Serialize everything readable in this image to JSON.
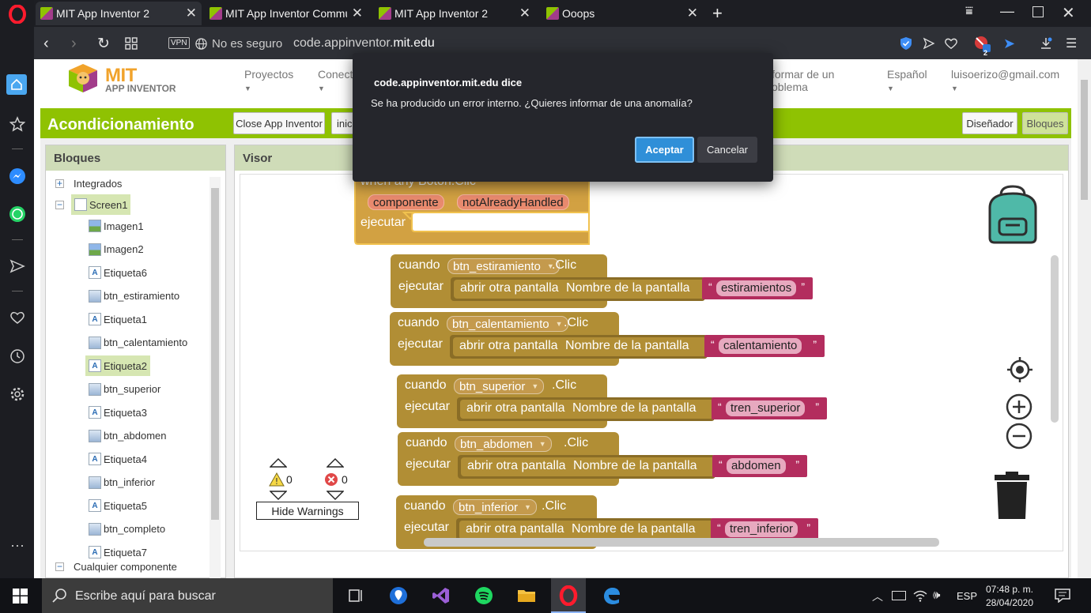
{
  "browser": {
    "tabs": [
      {
        "title": "MIT App Inventor 2",
        "active": true
      },
      {
        "title": "MIT App Inventor Commun",
        "active": false
      },
      {
        "title": "MIT App Inventor 2",
        "active": false
      },
      {
        "title": "Ooops",
        "active": false
      }
    ],
    "vpn_label": "VPN",
    "security_text": "No es seguro",
    "url_prefix": "code.appinventor.",
    "url_domain": "mit.edu",
    "extension_badge": "2"
  },
  "app": {
    "logo_mit": "MIT",
    "logo_sub": "APP INVENTOR",
    "menu": {
      "proyectos": "Proyectos",
      "conecta": "Conecta",
      "informar_1": "formar de un",
      "informar_2": "oblema",
      "idioma": "Español",
      "usuario": "luisoerizo@gmail.com"
    },
    "screen_title": "Acondicionamiento",
    "close_button": "Close App Inventor",
    "inicio_button": "inic",
    "designer_button": "Diseñador",
    "blocks_button": "Bloques"
  },
  "bloques_panel": {
    "title": "Bloques",
    "integrados": "Integrados",
    "screen": "Screen1",
    "components": [
      {
        "name": "Imagen1",
        "type": "img"
      },
      {
        "name": "Imagen2",
        "type": "img"
      },
      {
        "name": "Etiqueta6",
        "type": "lbl"
      },
      {
        "name": "btn_estiramiento",
        "type": "btn"
      },
      {
        "name": "Etiqueta1",
        "type": "lbl"
      },
      {
        "name": "btn_calentamiento",
        "type": "btn"
      },
      {
        "name": "Etiqueta2",
        "type": "lbl"
      },
      {
        "name": "btn_superior",
        "type": "btn"
      },
      {
        "name": "Etiqueta3",
        "type": "lbl"
      },
      {
        "name": "btn_abdomen",
        "type": "btn"
      },
      {
        "name": "Etiqueta4",
        "type": "lbl"
      },
      {
        "name": "btn_inferior",
        "type": "btn"
      },
      {
        "name": "Etiqueta5",
        "type": "lbl"
      },
      {
        "name": "btn_completo",
        "type": "btn"
      },
      {
        "name": "Etiqueta7",
        "type": "lbl"
      }
    ],
    "cualquier": "Cualquier componente"
  },
  "visor": {
    "title": "Visor",
    "any_event": {
      "header": "when any Botón.Clic",
      "param1": "componente",
      "param2": "notAlreadyHandled",
      "do_label": "ejecutar"
    },
    "blocks": [
      {
        "when": "cuando",
        "button": "btn_estiramiento",
        "event": ".Clic",
        "do": "ejecutar",
        "call": "abrir otra pantalla",
        "arg": "Nombre de la pantalla",
        "screen": "estiramientos"
      },
      {
        "when": "cuando",
        "button": "btn_calentamiento",
        "event": ".Clic",
        "do": "ejecutar",
        "call": "abrir otra pantalla",
        "arg": "Nombre de la pantalla",
        "screen": "calentamiento"
      },
      {
        "when": "cuando",
        "button": "btn_superior",
        "event": ".Clic",
        "do": "ejecutar",
        "call": "abrir otra pantalla",
        "arg": "Nombre de la pantalla",
        "screen": "tren_superior"
      },
      {
        "when": "cuando",
        "button": "btn_abdomen",
        "event": ".Clic",
        "do": "ejecutar",
        "call": "abrir otra pantalla",
        "arg": "Nombre de la pantalla",
        "screen": "abdomen"
      },
      {
        "when": "cuando",
        "button": "btn_inferior",
        "event": ".Clic",
        "do": "ejecutar",
        "call": "abrir otra pantalla",
        "arg": "Nombre de la pantalla",
        "screen": "tren_inferior"
      }
    ],
    "warnings_count": "0",
    "errors_count": "0",
    "hide_warnings": "Hide Warnings",
    "quote_open": "“",
    "quote_close": "”"
  },
  "dialog": {
    "title": "code.appinventor.mit.edu dice",
    "message": "Se ha producido un error interno. ¿Quieres informar de una anomalía?",
    "accept": "Aceptar",
    "cancel": "Cancelar"
  },
  "taskbar": {
    "search_placeholder": "Escribe aquí para buscar",
    "language": "ESP",
    "time": "07:48 p. m.",
    "date": "28/04/2020"
  },
  "colors": {
    "accent_green": "#8fc202",
    "event_block": "#b18e35",
    "text_block": "#b32d5e",
    "dialog_accept": "#2f8fd8"
  }
}
